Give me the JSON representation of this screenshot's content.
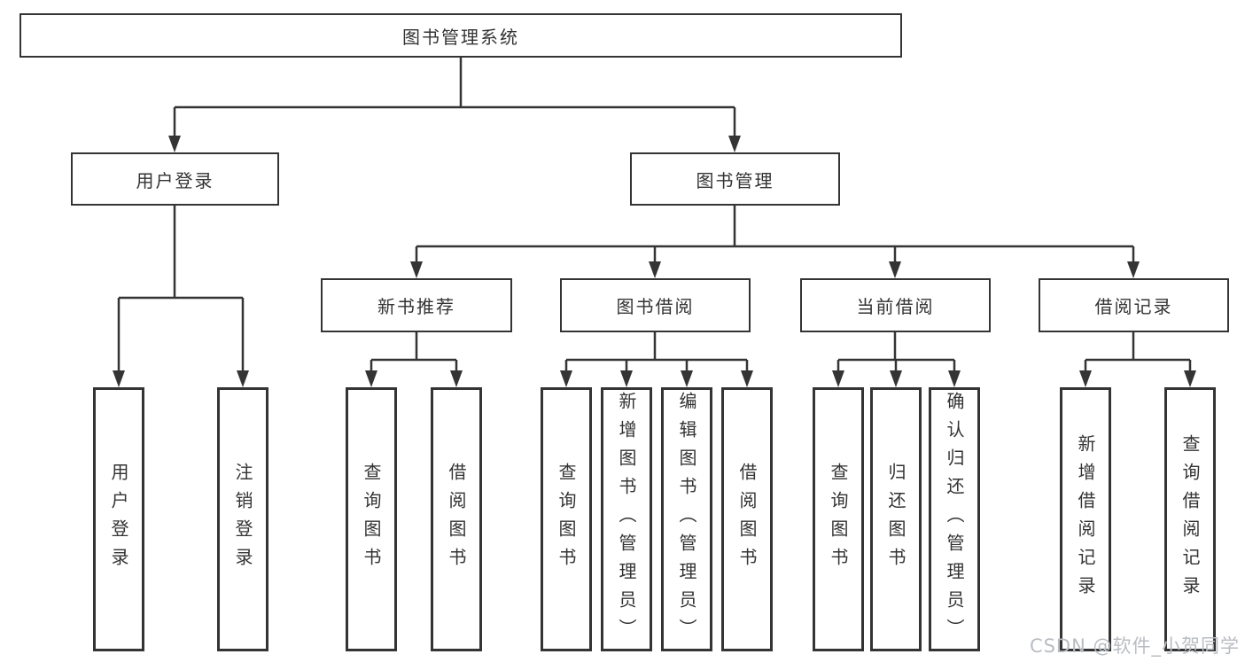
{
  "title": "图书管理系统",
  "tree": {
    "label": "图书管理系统",
    "children": [
      {
        "label": "用户登录",
        "children": [
          {
            "label": "用户登录"
          },
          {
            "label": "注销登录"
          }
        ]
      },
      {
        "label": "图书管理",
        "children": [
          {
            "label": "新书推荐",
            "children": [
              {
                "label": "查询图书"
              },
              {
                "label": "借阅图书"
              }
            ]
          },
          {
            "label": "图书借阅",
            "children": [
              {
                "label": "查询图书"
              },
              {
                "label": "新增图书（管理员）"
              },
              {
                "label": "编辑图书（管理员）"
              },
              {
                "label": "借阅图书"
              }
            ]
          },
          {
            "label": "当前借阅",
            "children": [
              {
                "label": "查询图书"
              },
              {
                "label": "归还图书"
              },
              {
                "label": "确认归还（管理员）"
              }
            ]
          },
          {
            "label": "借阅记录",
            "children": [
              {
                "label": "新增借阅记录"
              },
              {
                "label": "查询借阅记录"
              }
            ]
          }
        ]
      }
    ]
  },
  "watermark": "CSDN @软件_小贺同学",
  "colors": {
    "line": "#343434",
    "box_background": "#ffffff",
    "text": "#333333",
    "watermark": "#b9bdc2"
  }
}
